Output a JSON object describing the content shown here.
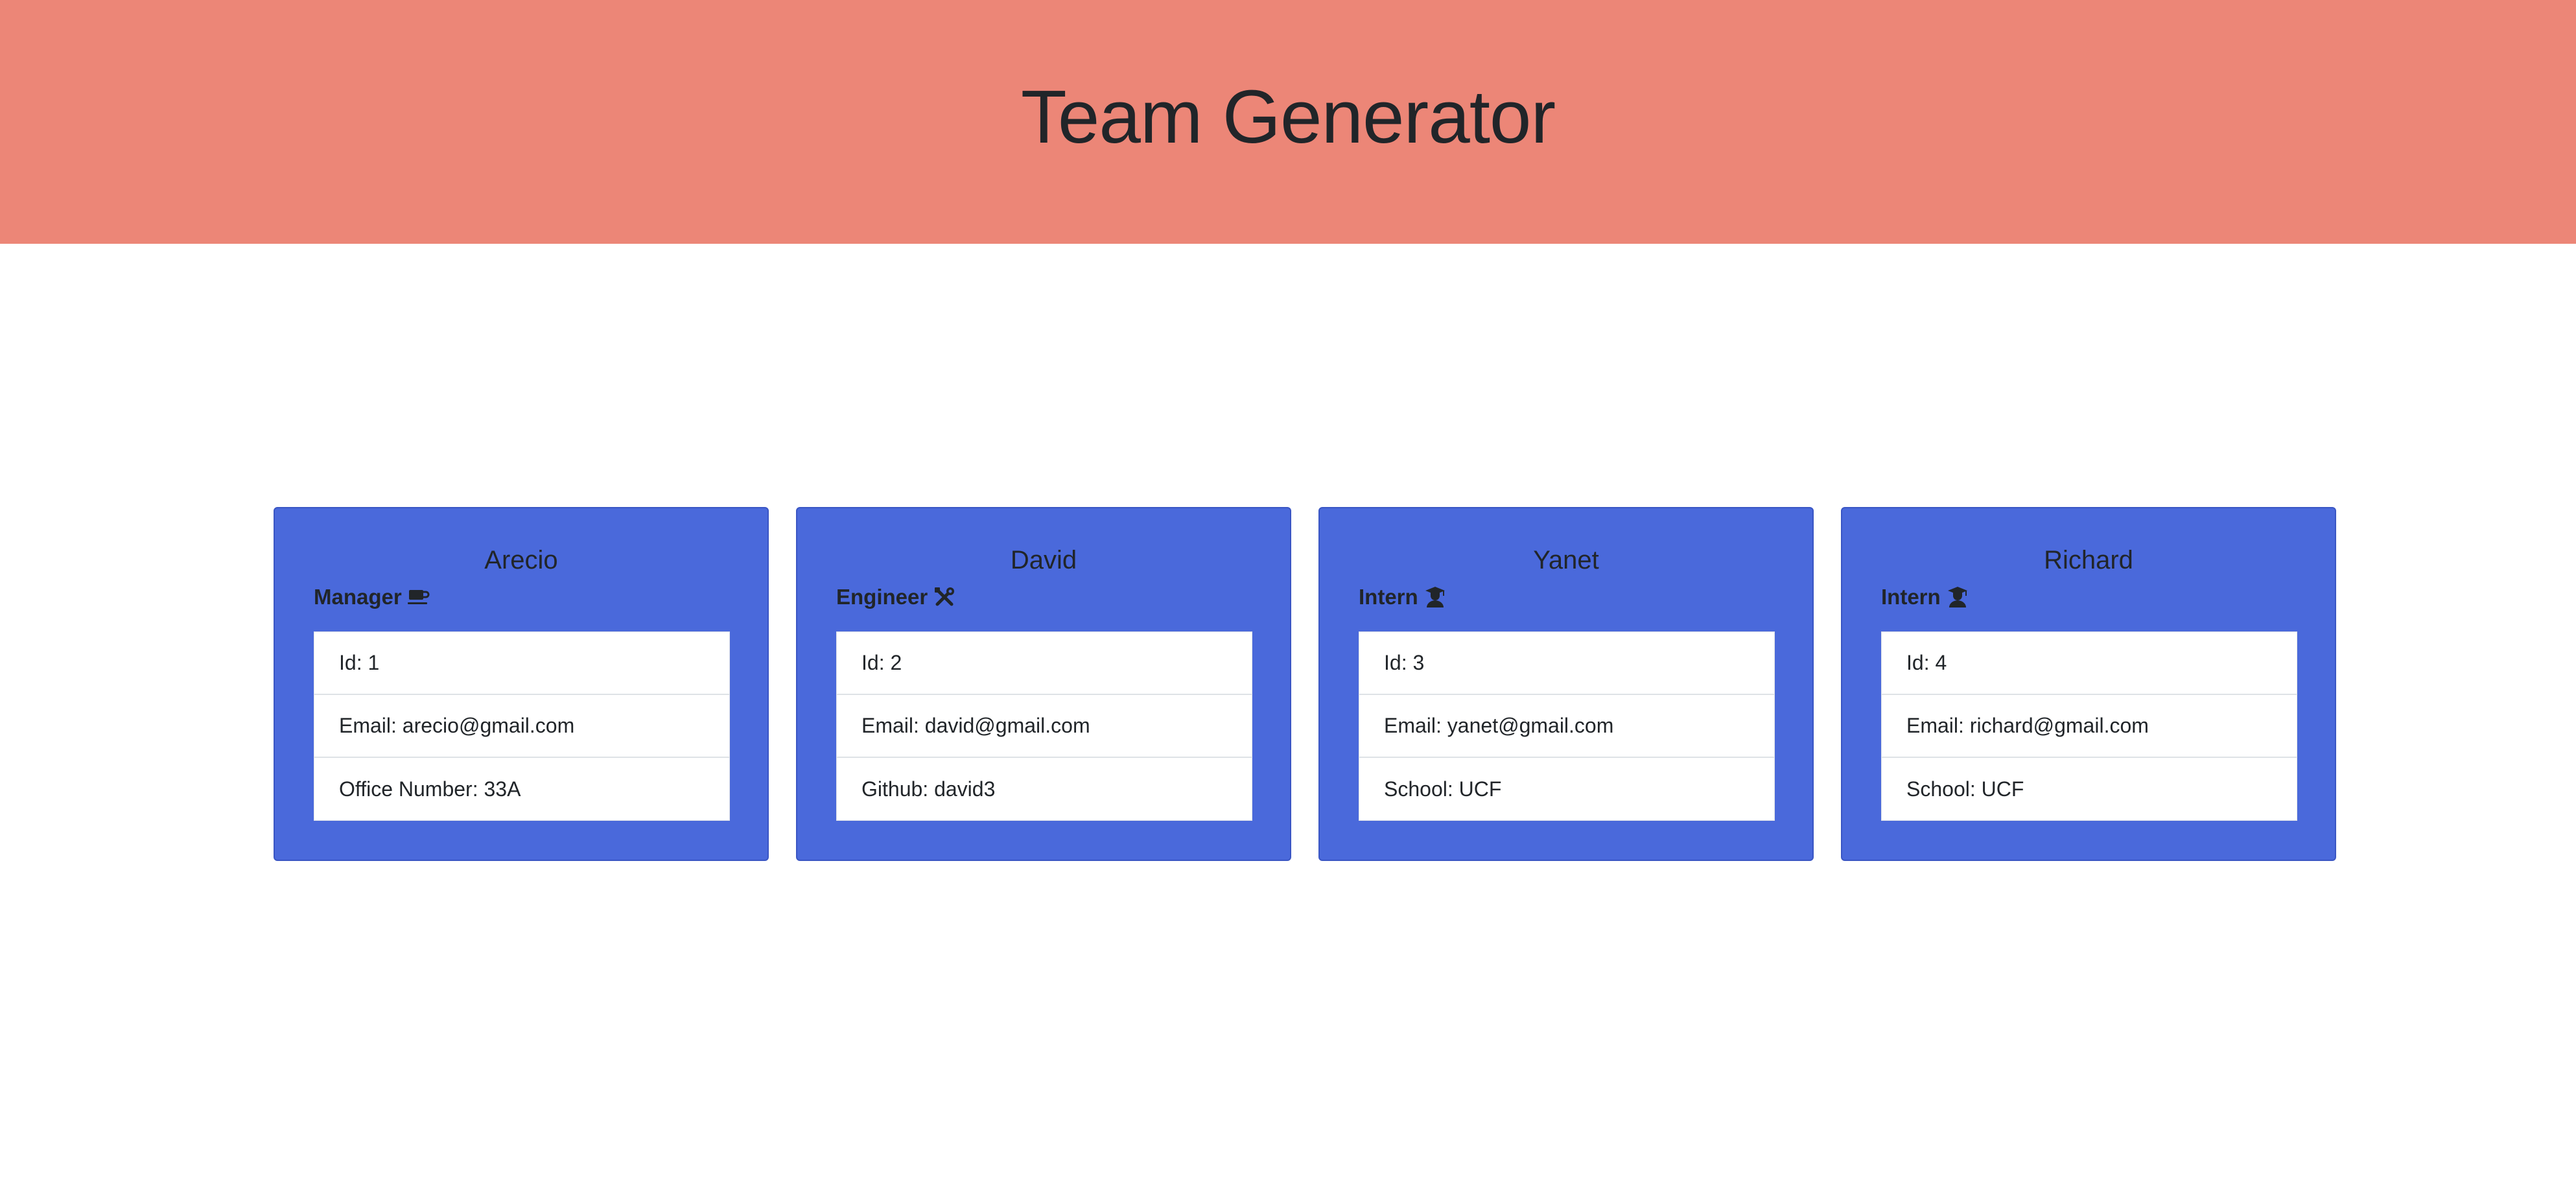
{
  "header": {
    "title": "Team Generator",
    "background_color": "#ec8677"
  },
  "colors": {
    "card_background": "#4a69db",
    "list_background": "#ffffff",
    "text": "#212529"
  },
  "team": [
    {
      "name": "Arecio",
      "role": "Manager",
      "role_icon": "coffee-mug-icon",
      "id_text": "Id: 1",
      "email_text": "Email: arecio@gmail.com",
      "extra_text": "Office Number: 33A"
    },
    {
      "name": "David",
      "role": "Engineer",
      "role_icon": "tools-icon",
      "id_text": "Id: 2",
      "email_text": "Email: david@gmail.com",
      "extra_text": "Github: david3"
    },
    {
      "name": "Yanet",
      "role": "Intern",
      "role_icon": "graduate-icon",
      "id_text": "Id: 3",
      "email_text": "Email: yanet@gmail.com",
      "extra_text": "School: UCF"
    },
    {
      "name": "Richard",
      "role": "Intern",
      "role_icon": "graduate-icon",
      "id_text": "Id: 4",
      "email_text": "Email: richard@gmail.com",
      "extra_text": "School: UCF"
    }
  ]
}
